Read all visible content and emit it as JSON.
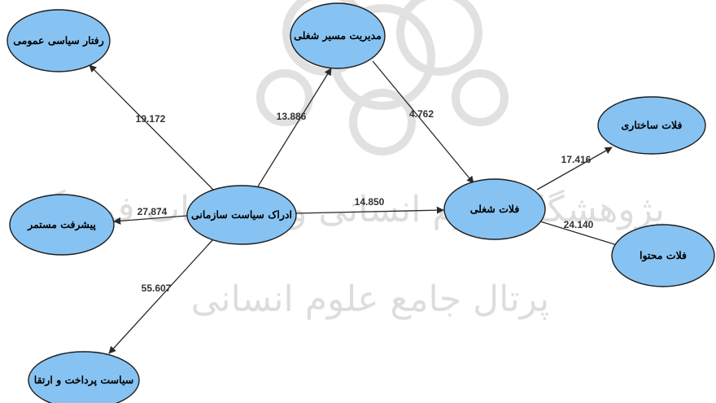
{
  "colors": {
    "node_fill": "#87c3f2",
    "node_stroke": "#1d1d1d",
    "edge": "#2a2a2a",
    "watermark": "#bdbdbd"
  },
  "watermark": {
    "line1": "پژوهشگاه علوم انسانی و مطالعات فرهنگی",
    "line2": "پرتال جامع علوم انسانی"
  },
  "nodes": [
    {
      "id": "n_political_behavior",
      "label": "رفتار سیاسی عمومی"
    },
    {
      "id": "n_career_mgmt",
      "label": "مدیریت مسیر شغلی"
    },
    {
      "id": "n_structural_plateau",
      "label": "فلات ساختاری"
    },
    {
      "id": "n_perceived_politics",
      "label": "ادراک سیاست سازمانی"
    },
    {
      "id": "n_job_plateau",
      "label": "فلات شغلی"
    },
    {
      "id": "n_promotion",
      "label": "پیشرفت مستمر"
    },
    {
      "id": "n_content_plateau",
      "label": "فلات محتوا"
    },
    {
      "id": "n_pay_policy",
      "label": "سیاست پرداخت و ارتقا"
    }
  ],
  "edges": [
    {
      "from": "n_perceived_politics",
      "to": "n_political_behavior",
      "value": "19.172"
    },
    {
      "from": "n_perceived_politics",
      "to": "n_career_mgmt",
      "value": "13.886"
    },
    {
      "from": "n_career_mgmt",
      "to": "n_job_plateau",
      "value": "4.762"
    },
    {
      "from": "n_perceived_politics",
      "to": "n_job_plateau",
      "value": "14.850"
    },
    {
      "from": "n_perceived_politics",
      "to": "n_promotion",
      "value": "27.874"
    },
    {
      "from": "n_perceived_politics",
      "to": "n_pay_policy",
      "value": "55.607"
    },
    {
      "from": "n_job_plateau",
      "to": "n_structural_plateau",
      "value": "17.416"
    },
    {
      "from": "n_job_plateau",
      "to": "n_content_plateau",
      "value": "24.140"
    }
  ]
}
